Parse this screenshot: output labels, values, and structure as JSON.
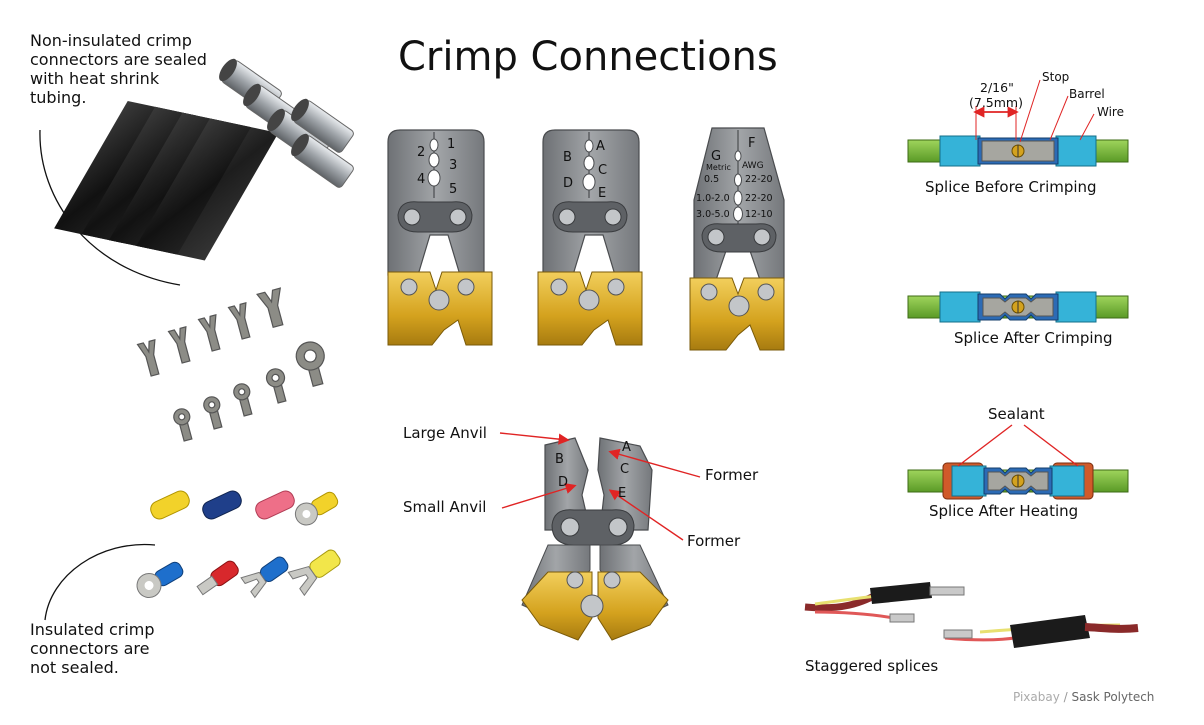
{
  "title": "Crimp Connections",
  "notes": {
    "non_insulated": "Non-insulated crimp\nconnectors are sealed\nwith heat shrink\ntubing.",
    "insulated": "Insulated crimp\nconnectors are\nnot sealed."
  },
  "tool_1_labels": [
    "1",
    "2",
    "3",
    "4",
    "5"
  ],
  "tool_2_labels": [
    "A",
    "B",
    "C",
    "D",
    "E"
  ],
  "tool_3": {
    "top_label": "F",
    "g_label": "G",
    "metric_header": "Metric",
    "awg_header": "AWG",
    "rows": [
      {
        "metric": "0.5",
        "awg": "22-20"
      },
      {
        "metric": "1.0-2.0",
        "awg": "22-20"
      },
      {
        "metric": "3.0-5.0",
        "awg": "12-10"
      }
    ]
  },
  "large_tool": {
    "labels": [
      "A",
      "B",
      "C",
      "D",
      "E"
    ],
    "large_anvil": "Large Anvil",
    "small_anvil": "Small Anvil",
    "former_1": "Former",
    "former_2": "Former"
  },
  "splice": {
    "dimension": "2/16\"",
    "dimension_metric": "(7.5mm)",
    "stop": "Stop",
    "barrel": "Barrel",
    "wire": "Wire",
    "before": "Splice Before Crimping",
    "after_crimp": "Splice After Crimping",
    "sealant": "Sealant",
    "after_heat": "Splice After Heating",
    "staggered": "Staggered splices"
  },
  "credit": {
    "source": "Pixabay",
    "separator": "/",
    "author": "Sask Polytech"
  },
  "colors": {
    "wire_green": "#7cbd3c",
    "barrel_blue": "#2c6bb5",
    "gold": "#d4a21e",
    "tool_gray": "#8b8d90",
    "arrow_red": "#e02424",
    "sealant_orange": "#d05a2a"
  }
}
